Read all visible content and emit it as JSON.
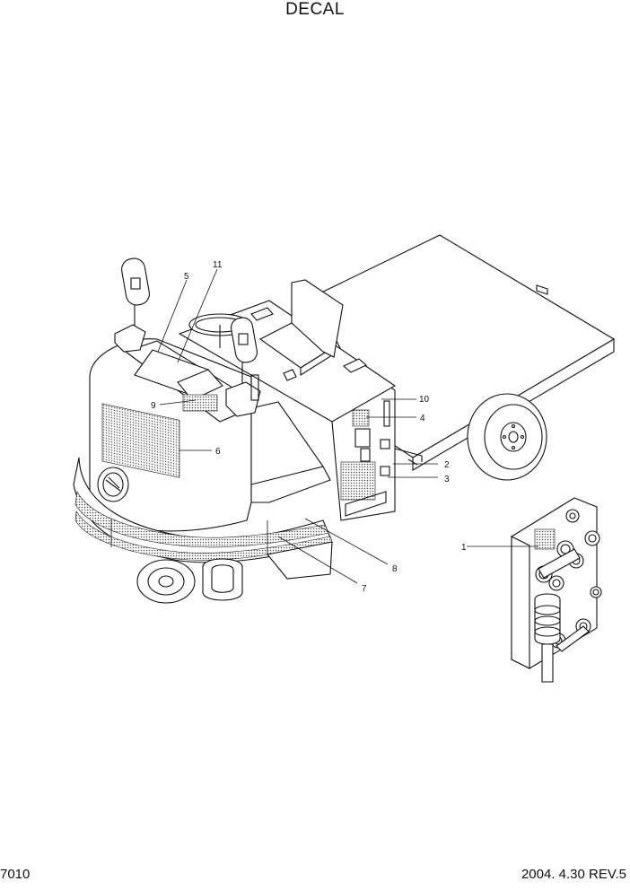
{
  "header": {
    "title": "DECAL"
  },
  "footer": {
    "page_code": "7010",
    "revision": "2004. 4.30 REV.5"
  },
  "callouts": {
    "c1": "1",
    "c2": "2",
    "c3": "3",
    "c4": "4",
    "c5": "5",
    "c6": "6",
    "c7": "7",
    "c8": "8",
    "c9": "9",
    "c10": "10",
    "c11": "11"
  }
}
